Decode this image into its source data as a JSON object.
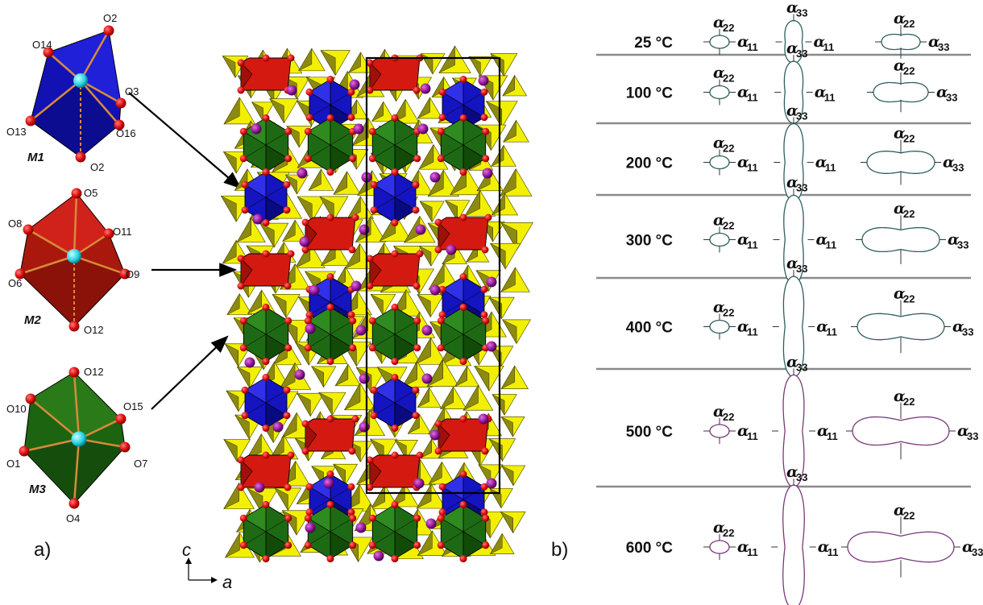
{
  "panel_a": {
    "label": "a)",
    "polyhedra": [
      {
        "name": "M1",
        "color": "#1010b8",
        "oxygens": [
          "O2",
          "O14",
          "O3",
          "O13",
          "O16",
          "O2"
        ]
      },
      {
        "name": "M2",
        "color": "#b51a10",
        "oxygens": [
          "O5",
          "O8",
          "O11",
          "O6",
          "O9",
          "O12"
        ]
      },
      {
        "name": "M3",
        "color": "#1f6b12",
        "oxygens": [
          "O12",
          "O10",
          "O15",
          "O1",
          "O7",
          "O4"
        ]
      }
    ],
    "axes": {
      "vertical": "c",
      "horizontal": "a"
    }
  },
  "panel_b": {
    "label": "b)",
    "rows": [
      {
        "temp": "25 °C",
        "a11_ratio": 1.0,
        "a33_scale": 0.3,
        "a33_stretch": 0.3
      },
      {
        "temp": "100 °C",
        "a11_ratio": 1.0,
        "a33_scale": 0.55,
        "a33_stretch": 0.45
      },
      {
        "temp": "200 °C",
        "a11_ratio": 1.0,
        "a33_scale": 0.75,
        "a33_stretch": 0.6
      },
      {
        "temp": "300 °C",
        "a11_ratio": 1.0,
        "a33_scale": 0.9,
        "a33_stretch": 0.75
      },
      {
        "temp": "400 °C",
        "a11_ratio": 1.0,
        "a33_scale": 1.05,
        "a33_stretch": 0.85
      },
      {
        "temp": "500 °C",
        "a11_ratio": 1.0,
        "a33_scale": 1.2,
        "a33_stretch": 0.92
      },
      {
        "temp": "600 °C",
        "a11_ratio": 1.0,
        "a33_scale": 1.35,
        "a33_stretch": 1.0
      }
    ],
    "symbols": {
      "alpha": "α",
      "s11": "11",
      "s22": "22",
      "s33": "33"
    }
  },
  "colors": {
    "blue": "#1414c0",
    "red": "#d41a10",
    "darkred": "#a01008",
    "green": "#1e6a14",
    "yellow": "#f2f000",
    "olive": "#8c8a10",
    "purple": "#8a1090",
    "cyan": "#22d0e0",
    "oxygen": "#e01010",
    "separator": "#8a8a8a"
  }
}
